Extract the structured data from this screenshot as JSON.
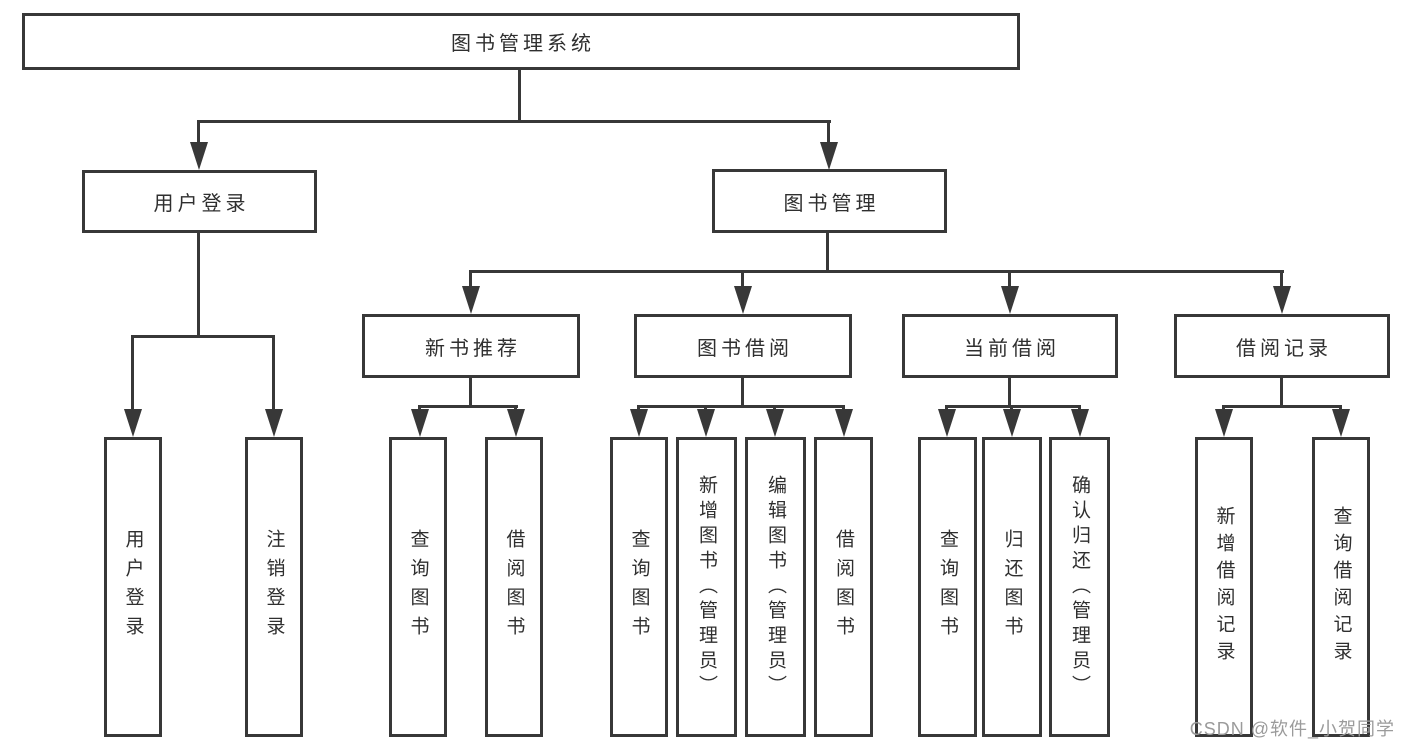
{
  "nodes": {
    "root": "图书管理系统",
    "user_login": "用户登录",
    "book_mgmt": "图书管理",
    "new_books": "新书推荐",
    "book_borrow": "图书借阅",
    "current_borrow": "当前借阅",
    "borrow_records": "借阅记录"
  },
  "leaves": {
    "user_login": [
      "用户登录",
      "注销登录"
    ],
    "new_books": [
      "查询图书",
      "借阅图书"
    ],
    "book_borrow": [
      "查询图书",
      "新增图书（管理员）",
      "编辑图书（管理员）",
      "借阅图书"
    ],
    "current_borrow": [
      "查询图书",
      "归还图书",
      "确认归还（管理员）"
    ],
    "borrow_records": [
      "新增借阅记录",
      "查询借阅记录"
    ]
  },
  "watermark": "CSDN @软件_小贺同学",
  "colors": {
    "line": "#383838",
    "text": "#2f2f2f",
    "watermark": "#9b9b9b",
    "background": "#ffffff"
  }
}
